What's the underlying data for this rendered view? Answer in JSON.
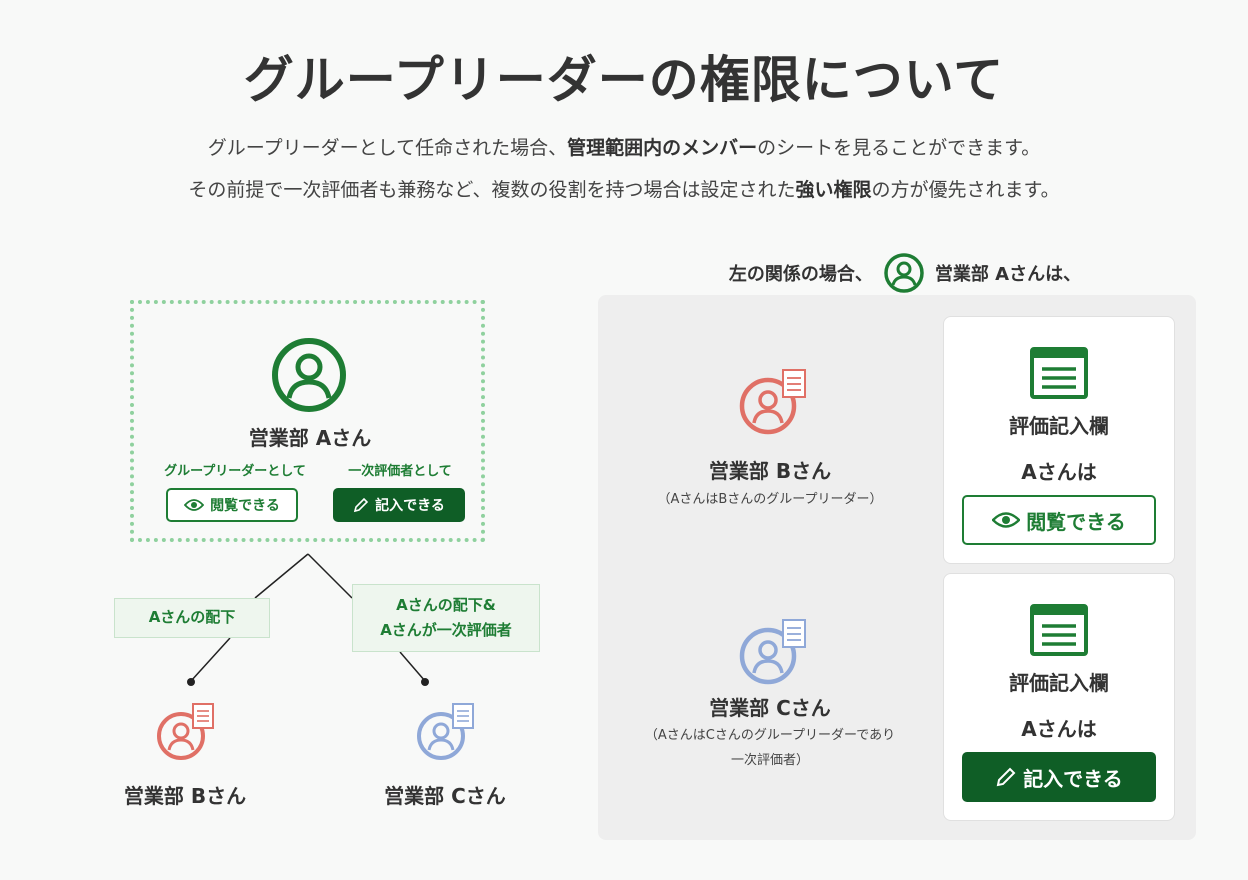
{
  "title": "グループリーダーの権限について",
  "lead": {
    "line1_pre": "グループリーダーとして任命された場合、",
    "line1_bold": "管理範囲内のメンバー",
    "line1_post": "のシートを見ることができます。",
    "line2_pre": "その前提で一次評価者も兼務など、複数の役割を持つ場合は設定された",
    "line2_bold": "強い権限",
    "line2_post": "の方が優先されます。"
  },
  "diagram": {
    "leader": {
      "name": "営業部 Aさん",
      "role_leader": "グループリーダーとして",
      "role_evaluator": "一次評価者として",
      "view_button": "閲覧できる",
      "edit_button": "記入できる"
    },
    "tag_left": "Aさんの配下",
    "tag_right_line1": "Aさんの配下&",
    "tag_right_line2": "Aさんが一次評価者",
    "member_b": "営業部 Bさん",
    "member_c": "営業部 Cさん"
  },
  "relation": {
    "prefix": "左の関係の場合、",
    "suffix": "営業部 Aさんは、",
    "rows": [
      {
        "name": "営業部 Bさん",
        "note_line1": "（AさんはBさんのグループリーダー）",
        "note_line2": "",
        "card_title": "評価記入欄",
        "card_subject": "Aさんは",
        "card_action": "閲覧できる"
      },
      {
        "name": "営業部 Cさん",
        "note_line1": "（AさんはCさんのグループリーダーであり",
        "note_line2": "一次評価者）",
        "card_title": "評価記入欄",
        "card_subject": "Aさんは",
        "card_action": "記入できる"
      }
    ]
  },
  "colors": {
    "green": "#1e7d34",
    "dark_green": "#0f5e26",
    "member_b": "#e07066",
    "member_c": "#8fa8d8"
  },
  "icons": [
    "user-icon",
    "document-icon",
    "eye-icon",
    "pencil-icon",
    "form-icon"
  ]
}
